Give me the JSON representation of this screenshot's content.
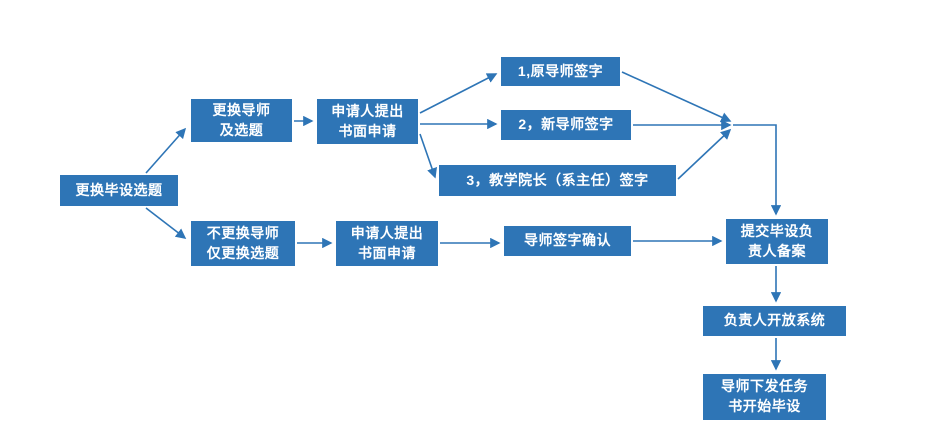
{
  "diagram": {
    "type": "flowchart",
    "colors": {
      "node_fill": "#2E75B6",
      "node_text": "#FFFFFF",
      "arrow": "#2E75B6",
      "background": "#FFFFFF"
    },
    "nodes": {
      "start": {
        "label": "更换毕设选题"
      },
      "change_advisor": {
        "label": "更换导师\n及选题"
      },
      "apply_top": {
        "label": "申请人提出\n书面申请"
      },
      "sign_original_advisor": {
        "label": "1,原导师签字"
      },
      "sign_new_advisor": {
        "label": "2，新导师签字"
      },
      "sign_dean": {
        "label": "3，教学院长（系主任）签字"
      },
      "keep_advisor": {
        "label": "不更换导师\n仅更换选题"
      },
      "apply_bottom": {
        "label": "申请人提出\n书面申请"
      },
      "advisor_confirm": {
        "label": "导师签字确认"
      },
      "submit_record": {
        "label": "提交毕设负\n责人备案"
      },
      "open_system": {
        "label": "负责人开放系统"
      },
      "task_book": {
        "label": "导师下发任务\n书开始毕设"
      }
    },
    "edges": [
      {
        "from": "start",
        "to": "change_advisor"
      },
      {
        "from": "start",
        "to": "keep_advisor"
      },
      {
        "from": "change_advisor",
        "to": "apply_top"
      },
      {
        "from": "apply_top",
        "to": "sign_original_advisor"
      },
      {
        "from": "apply_top",
        "to": "sign_new_advisor"
      },
      {
        "from": "apply_top",
        "to": "sign_dean"
      },
      {
        "from": "sign_original_advisor",
        "to": "submit_record"
      },
      {
        "from": "sign_new_advisor",
        "to": "submit_record"
      },
      {
        "from": "sign_dean",
        "to": "submit_record"
      },
      {
        "from": "keep_advisor",
        "to": "apply_bottom"
      },
      {
        "from": "apply_bottom",
        "to": "advisor_confirm"
      },
      {
        "from": "advisor_confirm",
        "to": "submit_record"
      },
      {
        "from": "submit_record",
        "to": "open_system"
      },
      {
        "from": "open_system",
        "to": "task_book"
      }
    ]
  }
}
